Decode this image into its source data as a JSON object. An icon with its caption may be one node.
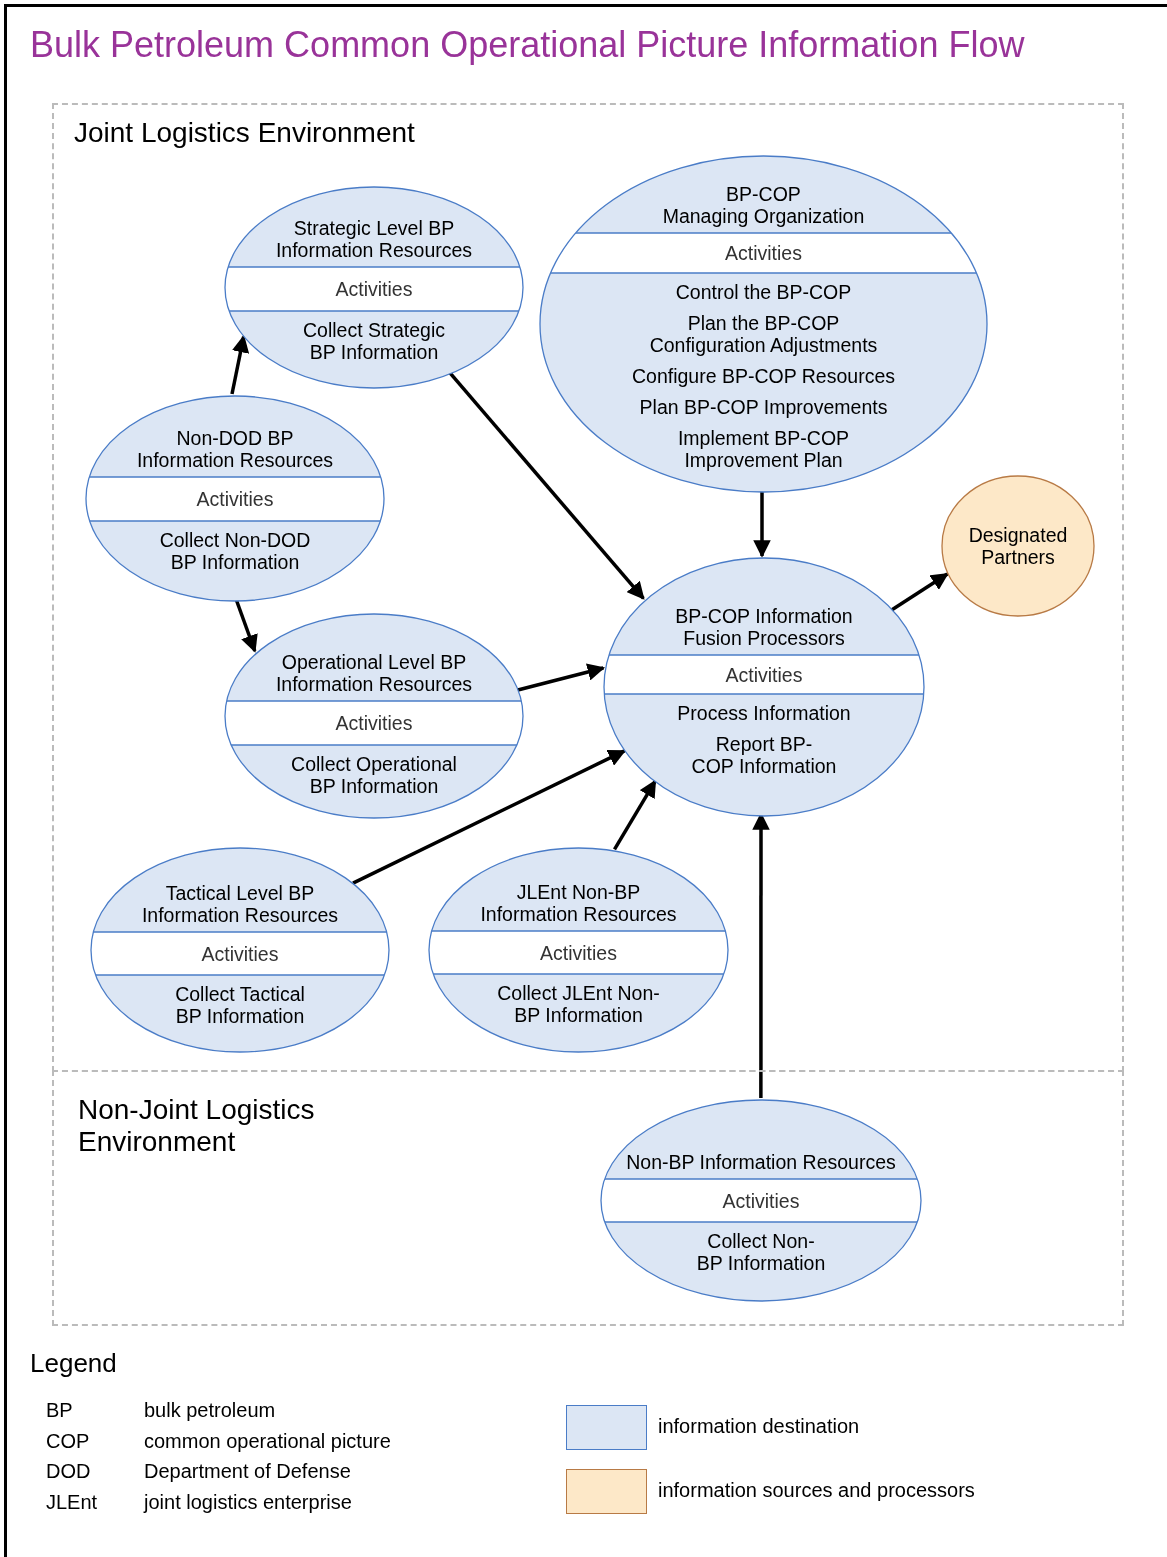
{
  "diagram": {
    "title": "Bulk Petroleum Common Operational Picture Information Flow",
    "nodes": [
      {
        "text": [
          "Joint Logistics Environment"
        ]
      },
      {
        "text": [
          "Non-Joint Logistics Environment"
        ]
      },
      {
        "text": [
          "Strategic Level BP Information Resources",
          "Activities",
          "Collect Strategic BP Information"
        ],
        "in": 0
      },
      {
        "text": [
          "BP-COP Managing Organization",
          "Activities",
          "Control the BP-COP",
          "Plan the BP-COP Configuration Adjustments",
          "Configure BP-COP Resources",
          "Plan BP-COP Improvements",
          "Implement BP-COP Improvement Plan"
        ],
        "in": 0
      },
      {
        "text": [
          "Non-DOD BP Information Resources",
          "Activities",
          "Collect Non-DOD BP Information"
        ],
        "in": 0
      },
      {
        "text": [
          "Designated Partners"
        ],
        "in": 0
      },
      {
        "text": [
          "BP-COP Information Fusion Processors",
          "Activities",
          "Process Information",
          "Report BP-COP Information"
        ],
        "in": 0
      },
      {
        "text": [
          "Operational Level BP Information Resources",
          "Activities",
          "Collect Operational BP Information"
        ],
        "in": 0
      },
      {
        "text": [
          "Tactical Level BP Information Resources",
          "Activities",
          "Collect Tactical BP Information"
        ],
        "in": 0
      },
      {
        "text": [
          "JLEnt Non-BP Information Resources",
          "Activities",
          "Collect JLEnt Non-BP Information"
        ],
        "in": 0
      },
      {
        "text": [
          "Non-BP Information Resources",
          "Activities",
          "Collect Non-BP Information"
        ],
        "in": 1
      }
    ],
    "edges": [
      {
        "from": 4,
        "to": 2,
        "arrow": "to"
      },
      {
        "from": 2,
        "to": 6,
        "arrow": "to"
      },
      {
        "from": 3,
        "to": 6,
        "arrow": "to"
      },
      {
        "from": 6,
        "to": 5,
        "arrow": "to"
      },
      {
        "from": 4,
        "to": 7,
        "arrow": "to"
      },
      {
        "from": 7,
        "to": 6,
        "arrow": "to"
      },
      {
        "from": 8,
        "to": 6,
        "arrow": "to"
      },
      {
        "from": 9,
        "to": 6,
        "arrow": "to"
      },
      {
        "from": 10,
        "to": 6,
        "arrow": "to"
      }
    ],
    "labels": [
      "Legend",
      "BP",
      "bulk petroleum",
      "COP",
      "common operational picture",
      "DOD",
      "Department of Defense",
      "JLEnt",
      "joint logistics enterprise"
    ],
    "legend": [
      {
        "text": "information destination",
        "color": "#dce6f4"
      },
      {
        "text": "information sources and processors",
        "color": "#fde8c8"
      }
    ]
  }
}
